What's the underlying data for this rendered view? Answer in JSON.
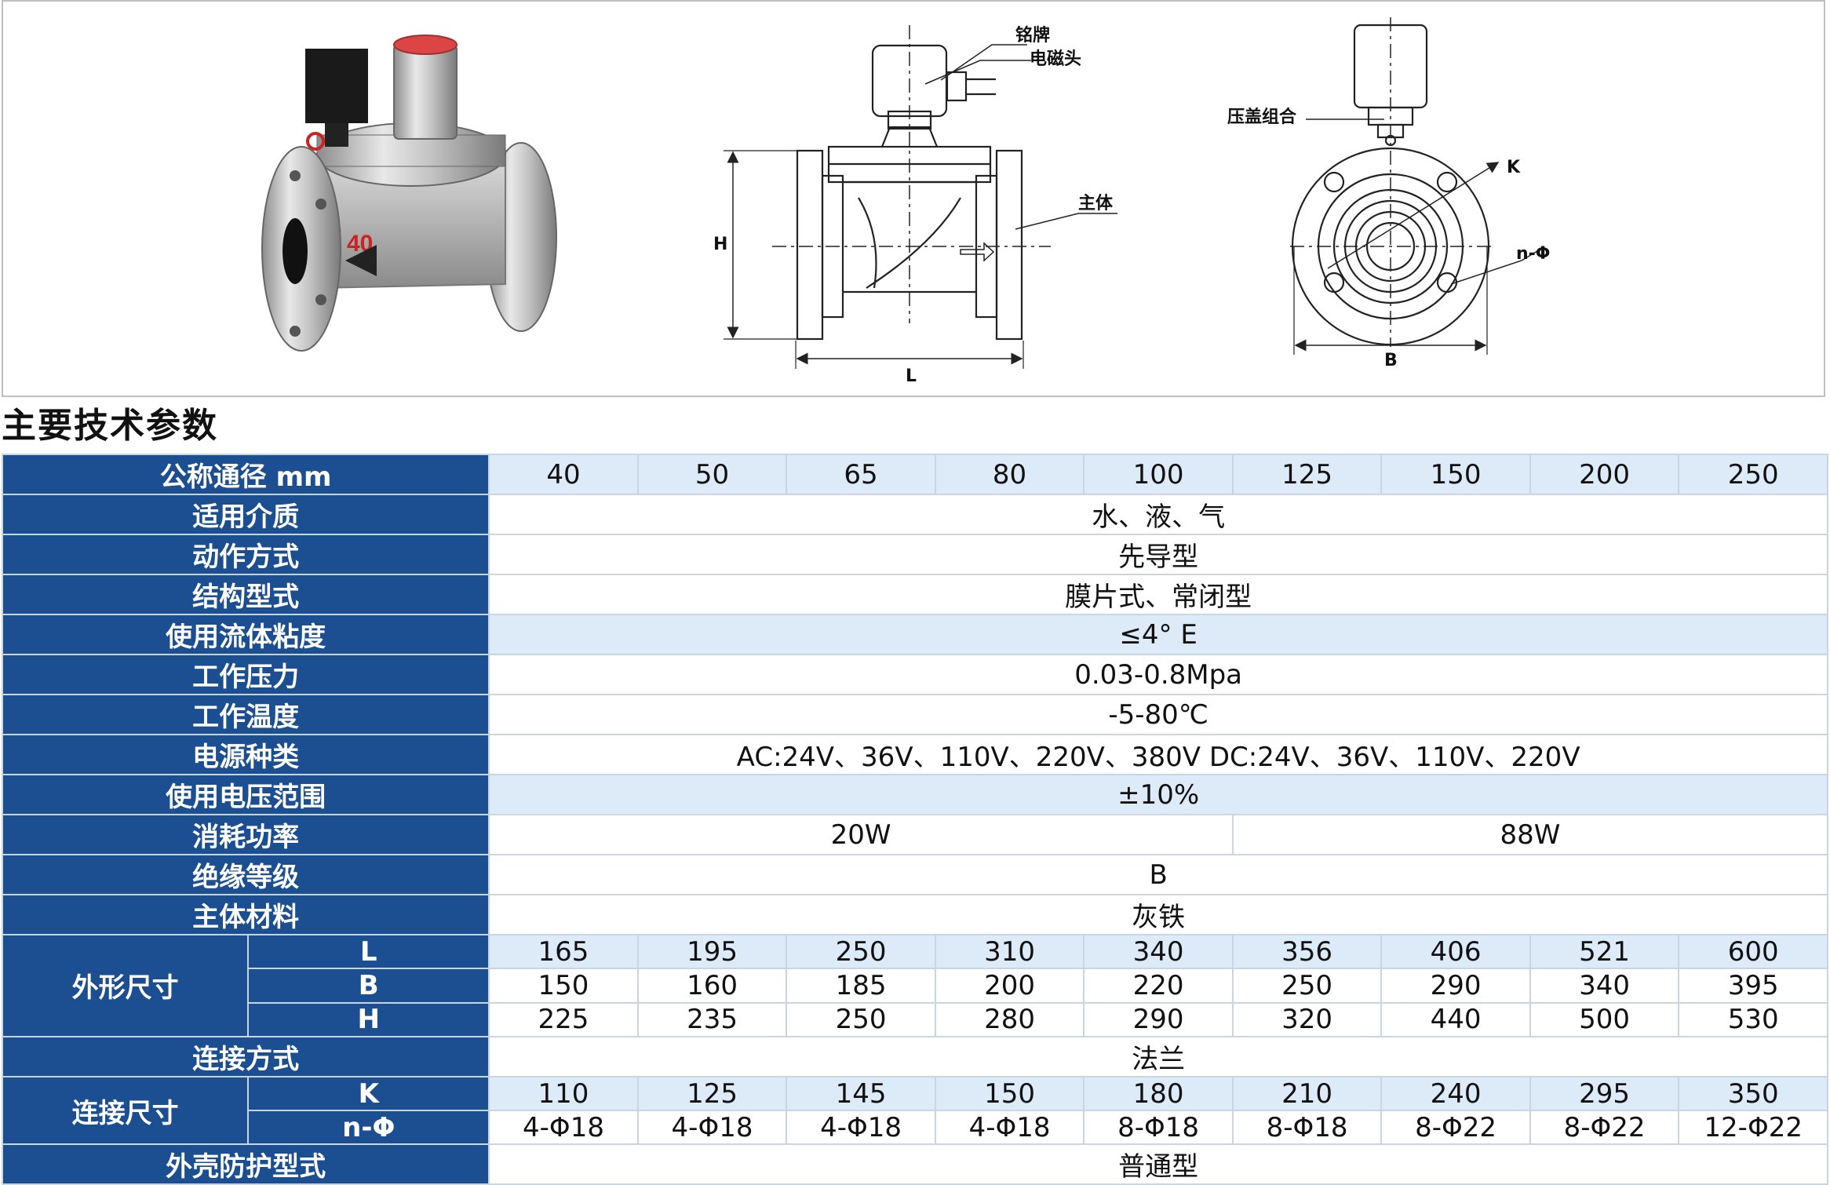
{
  "diagram": {
    "labels": {
      "nameplate": "铭牌",
      "solenoid_head": "电磁头",
      "body": "主体",
      "dim_H": "H",
      "dim_L": "L",
      "cover_assembly": "压盖组合",
      "dim_K": "K",
      "holes": "n-Φ",
      "dim_B": "B"
    },
    "product_marking": "40"
  },
  "section_title": "主要技术参数",
  "table": {
    "diameter": {
      "label": "公称通径 mm",
      "values": [
        "40",
        "50",
        "65",
        "80",
        "100",
        "125",
        "150",
        "200",
        "250"
      ]
    },
    "medium": {
      "label": "适用介质",
      "value": "水、液、气"
    },
    "action": {
      "label": "动作方式",
      "value": "先导型"
    },
    "structure": {
      "label": "结构型式",
      "value": "膜片式、常闭型"
    },
    "viscosity": {
      "label": "使用流体粘度",
      "value": "≤4° E"
    },
    "pressure": {
      "label": "工作压力",
      "value": "0.03-0.8Mpa"
    },
    "temperature": {
      "label": "工作温度",
      "value": "-5-80℃"
    },
    "power_type": {
      "label": "电源种类",
      "value": "AC:24V、36V、110V、220V、380V    DC:24V、36V、110V、220V"
    },
    "voltage_range": {
      "label": "使用电压范围",
      "value": "±10%"
    },
    "power": {
      "label": "消耗功率",
      "value_a": "20W",
      "value_b": "88W"
    },
    "insulation": {
      "label": "绝缘等级",
      "value": "B"
    },
    "material": {
      "label": "主体材料",
      "value": "灰铁"
    },
    "dimensions": {
      "label": "外形尺寸",
      "rows": [
        {
          "key": "L",
          "values": [
            "165",
            "195",
            "250",
            "310",
            "340",
            "356",
            "406",
            "521",
            "600"
          ]
        },
        {
          "key": "B",
          "values": [
            "150",
            "160",
            "185",
            "200",
            "220",
            "250",
            "290",
            "340",
            "395"
          ]
        },
        {
          "key": "H",
          "values": [
            "225",
            "235",
            "250",
            "280",
            "290",
            "320",
            "440",
            "500",
            "530"
          ]
        }
      ]
    },
    "connection_type": {
      "label": "连接方式",
      "value": "法兰"
    },
    "connection_dims": {
      "label": "连接尺寸",
      "rows": [
        {
          "key": "K",
          "values": [
            "110",
            "125",
            "145",
            "150",
            "180",
            "210",
            "240",
            "295",
            "350"
          ]
        },
        {
          "key": "n-Φ",
          "values": [
            "4-Φ18",
            "4-Φ18",
            "4-Φ18",
            "4-Φ18",
            "8-Φ18",
            "8-Φ18",
            "8-Φ22",
            "8-Φ22",
            "12-Φ22"
          ]
        }
      ]
    },
    "housing": {
      "label": "外壳防护型式",
      "value": "普通型"
    }
  },
  "colors": {
    "header_blue": "#1b4f91",
    "row_light_blue": "#ddeaf7"
  }
}
